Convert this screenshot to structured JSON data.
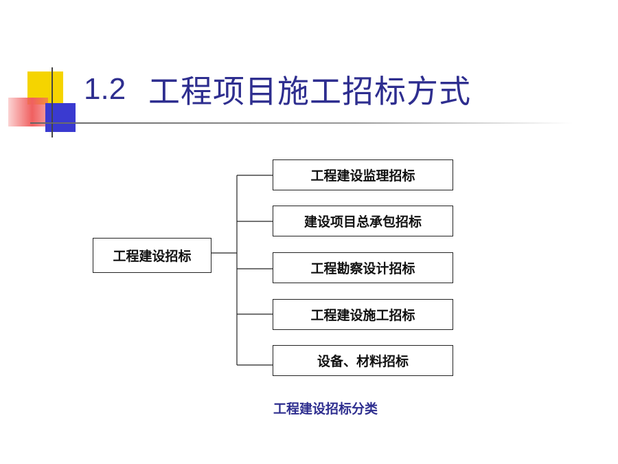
{
  "title": {
    "number": "1.2",
    "text": "工程项目施工招标方式"
  },
  "diagram": {
    "root": "工程建设招标",
    "children": [
      "工程建设监理招标",
      "建设项目总承包招标",
      "工程勘察设计招标",
      "工程建设施工招标",
      "设备、材料招标"
    ],
    "caption": "工程建设招标分类"
  },
  "colors": {
    "title": "#2e2e8f",
    "caption": "#2e2e8f",
    "deco_yellow": "#f5d400",
    "deco_red": "#f06060",
    "deco_blue": "#3a3ad0"
  }
}
